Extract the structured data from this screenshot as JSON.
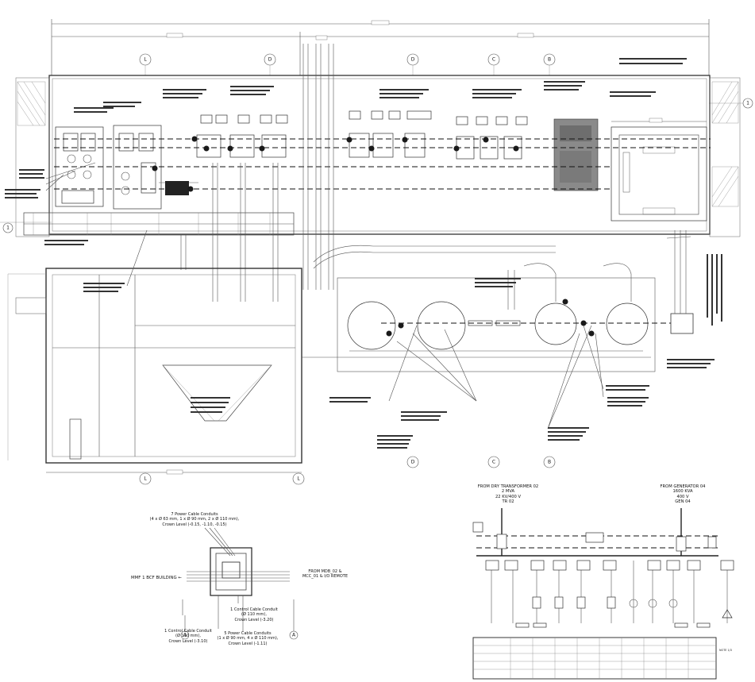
{
  "grid": {
    "top": [
      "L",
      "D",
      "D",
      "C",
      "B"
    ],
    "bottom": [
      "L",
      "L",
      "D",
      "C",
      "B"
    ],
    "side": [
      "1",
      "1"
    ]
  },
  "conduit_detail": {
    "power_conduits": "7 Power Cable Conduits\n(4 x Ø 63 mm, 1 x Ø 90 mm, 2 x Ø 110 mm),\nCrown Level (-0.15, -1.10, -0.15)",
    "left_arrow": "MMF 1 BCF BUILDING ←",
    "right_label": "FROM MDB_02 &\nMCC_01 & I/O REMOTE",
    "control_conduit_a": "1 Control Cable Conduit\n(Ø 110 mm),\nCrown Level (-3.10)",
    "control_conduit_b": "1 Control Cable Conduit\n(Ø 110 mm),\nCrown Level (-3.20)",
    "power_conduits_b": "5 Power Cable Conduits\n(1 x Ø 90 mm, 4 x Ø 110 mm),\nCrown Level (-1.11)",
    "section_marks": [
      "A",
      "A"
    ]
  },
  "single_line": {
    "transformer_label": "FROM DRY TRANSFORMER 02\n2 MVA\n22 KV/400 V\nTR 02",
    "generator_label": "FROM GENERATOR 04\n1600 KVA\n400 V\nGEN 04",
    "note_ref": "NOTE 1/3"
  }
}
